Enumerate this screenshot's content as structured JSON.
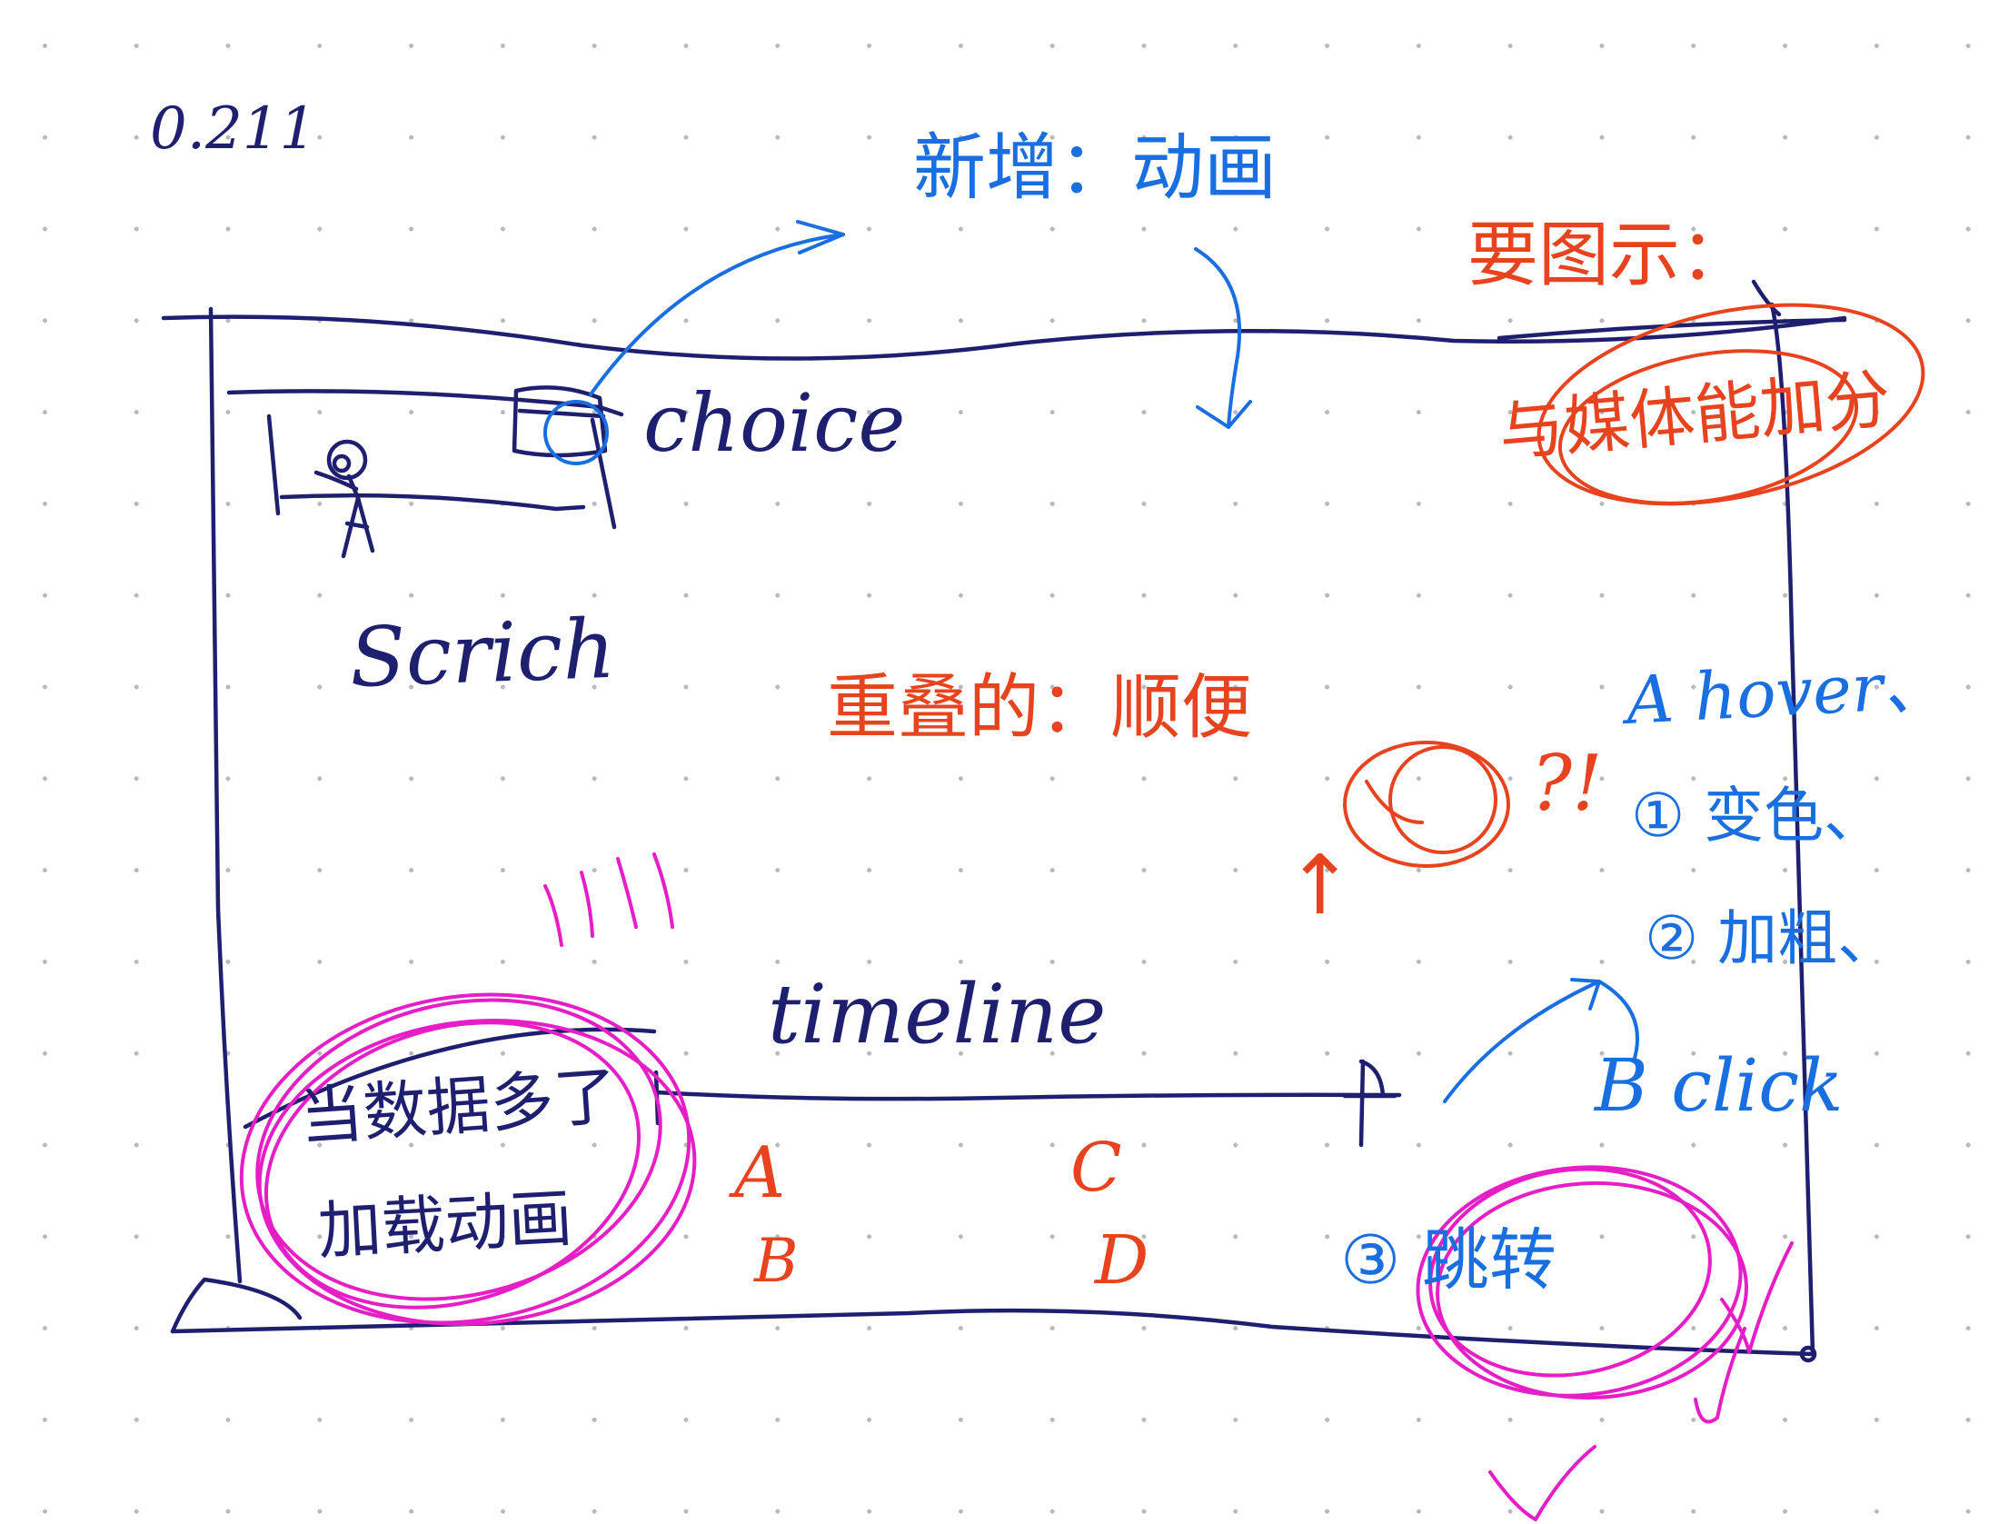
{
  "version": "0.211",
  "topbar": {
    "choice_label": "choice",
    "choice_note": "新增：动画",
    "right_note": "要图示：",
    "circled_feature": "与媒体能加分"
  },
  "avatar": {
    "caption": "Scrich"
  },
  "center": {
    "question_note": "重叠的：顺便",
    "ball_mark": "?!",
    "up_mark": "↑"
  },
  "right_panel": {
    "a_line": "A hover、",
    "item_1": "① 变色、",
    "item_2": "② 加粗、",
    "b_line": "B click",
    "item_3": "③ 跳转"
  },
  "timeline": {
    "label": "timeline",
    "options": [
      "A",
      "B",
      "C",
      "D"
    ]
  },
  "loader": {
    "line1": "当数据多了",
    "line2": "加载动画",
    "sparkle": "!!!"
  },
  "checkmarks": [
    "✓",
    "✓"
  ],
  "colors": {
    "ink_navy": "#1e1f6e",
    "ink_blue": "#1a6fe0",
    "ink_red": "#e8431f",
    "ink_magenta": "#e51ec6",
    "dot_grid": "#b9b9bd"
  }
}
